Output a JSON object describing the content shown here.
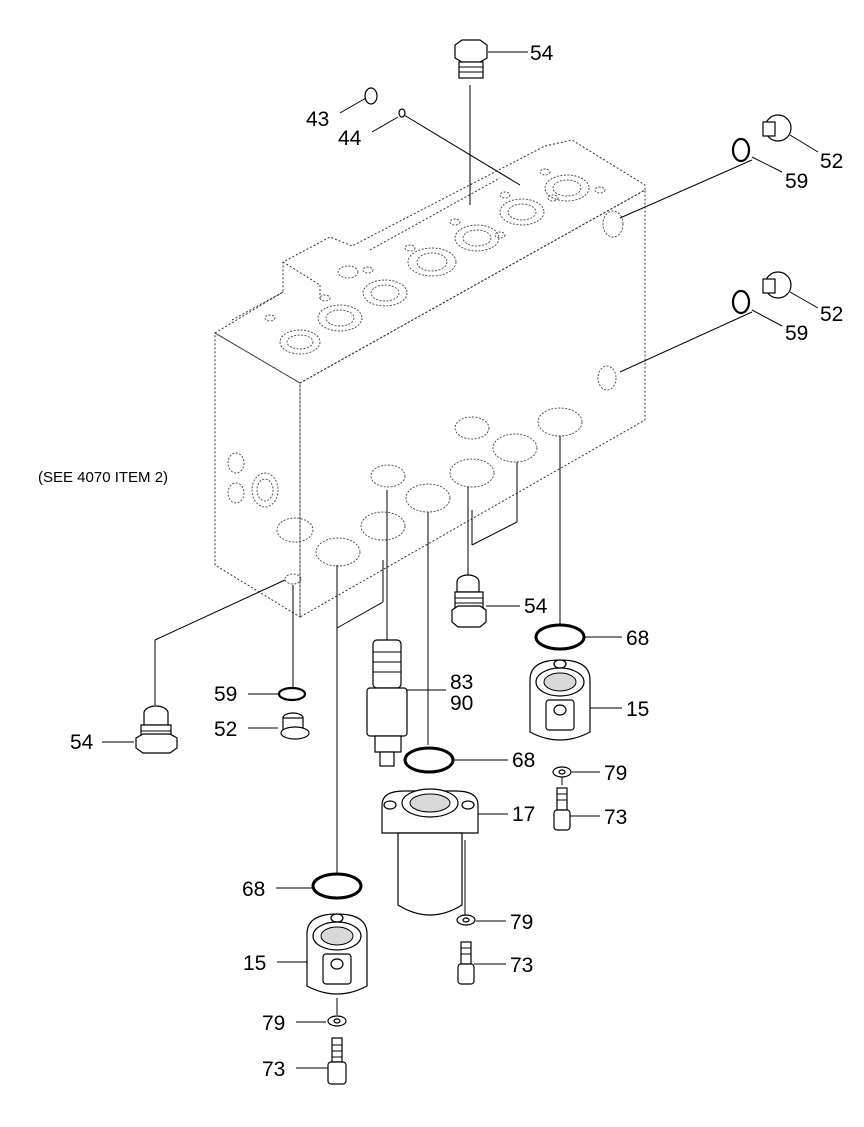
{
  "note": "(SEE 4070 ITEM 2)",
  "callouts": {
    "c54_top": "54",
    "c43": "43",
    "c44": "44",
    "c52_a": "52",
    "c59_a": "59",
    "c52_b": "52",
    "c59_b": "59",
    "c54_mid": "54",
    "c68_a": "68",
    "c83": "83",
    "c90": "90",
    "c15_a": "15",
    "c59_c": "59",
    "c52_c": "52",
    "c54_left": "54",
    "c68_b": "68",
    "c79_a": "79",
    "c17": "17",
    "c73_a": "73",
    "c68_c": "68",
    "c79_b": "79",
    "c15_b": "15",
    "c73_b": "73",
    "c79_c": "79",
    "c73_c": "73"
  }
}
